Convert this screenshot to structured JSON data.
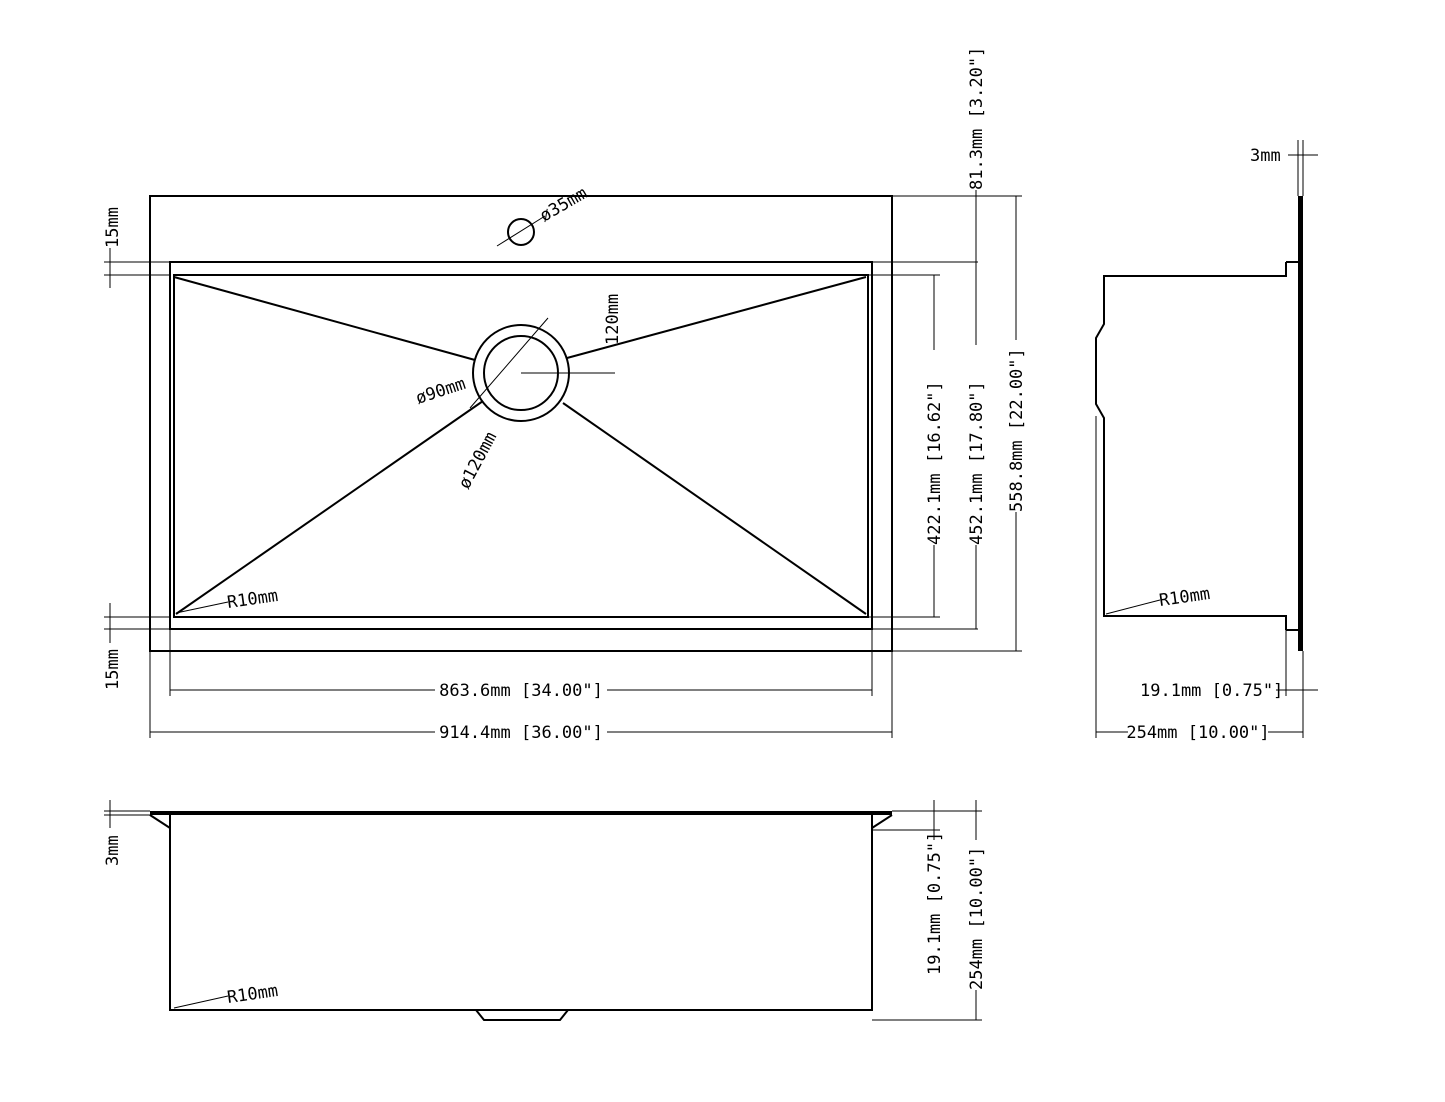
{
  "top_view": {
    "overall_width": "914.4mm [36.00\"]",
    "bowl_width": "863.6mm [34.00\"]",
    "overall_depth": "558.8mm [22.00\"]",
    "bowl_depth_outer": "452.1mm [17.80\"]",
    "bowl_depth_inner": "422.1mm [16.62\"]",
    "back_deck": "81.3mm [3.20\"]",
    "top_rim": "15mm",
    "bottom_rim": "15mm",
    "faucet_hole": "ø35mm",
    "drain_inner": "ø90mm",
    "drain_outer": "ø120mm",
    "drain_offset": "120mm",
    "corner_radius": "R10mm"
  },
  "side_view": {
    "flange": "3mm",
    "depth": "254mm [10.00\"]",
    "offset": "19.1mm [0.75\"]",
    "corner_radius": "R10mm"
  },
  "front_view": {
    "flange": "3mm",
    "offset": "19.1mm [0.75\"]",
    "depth": "254mm [10.00\"]",
    "corner_radius": "R10mm"
  }
}
